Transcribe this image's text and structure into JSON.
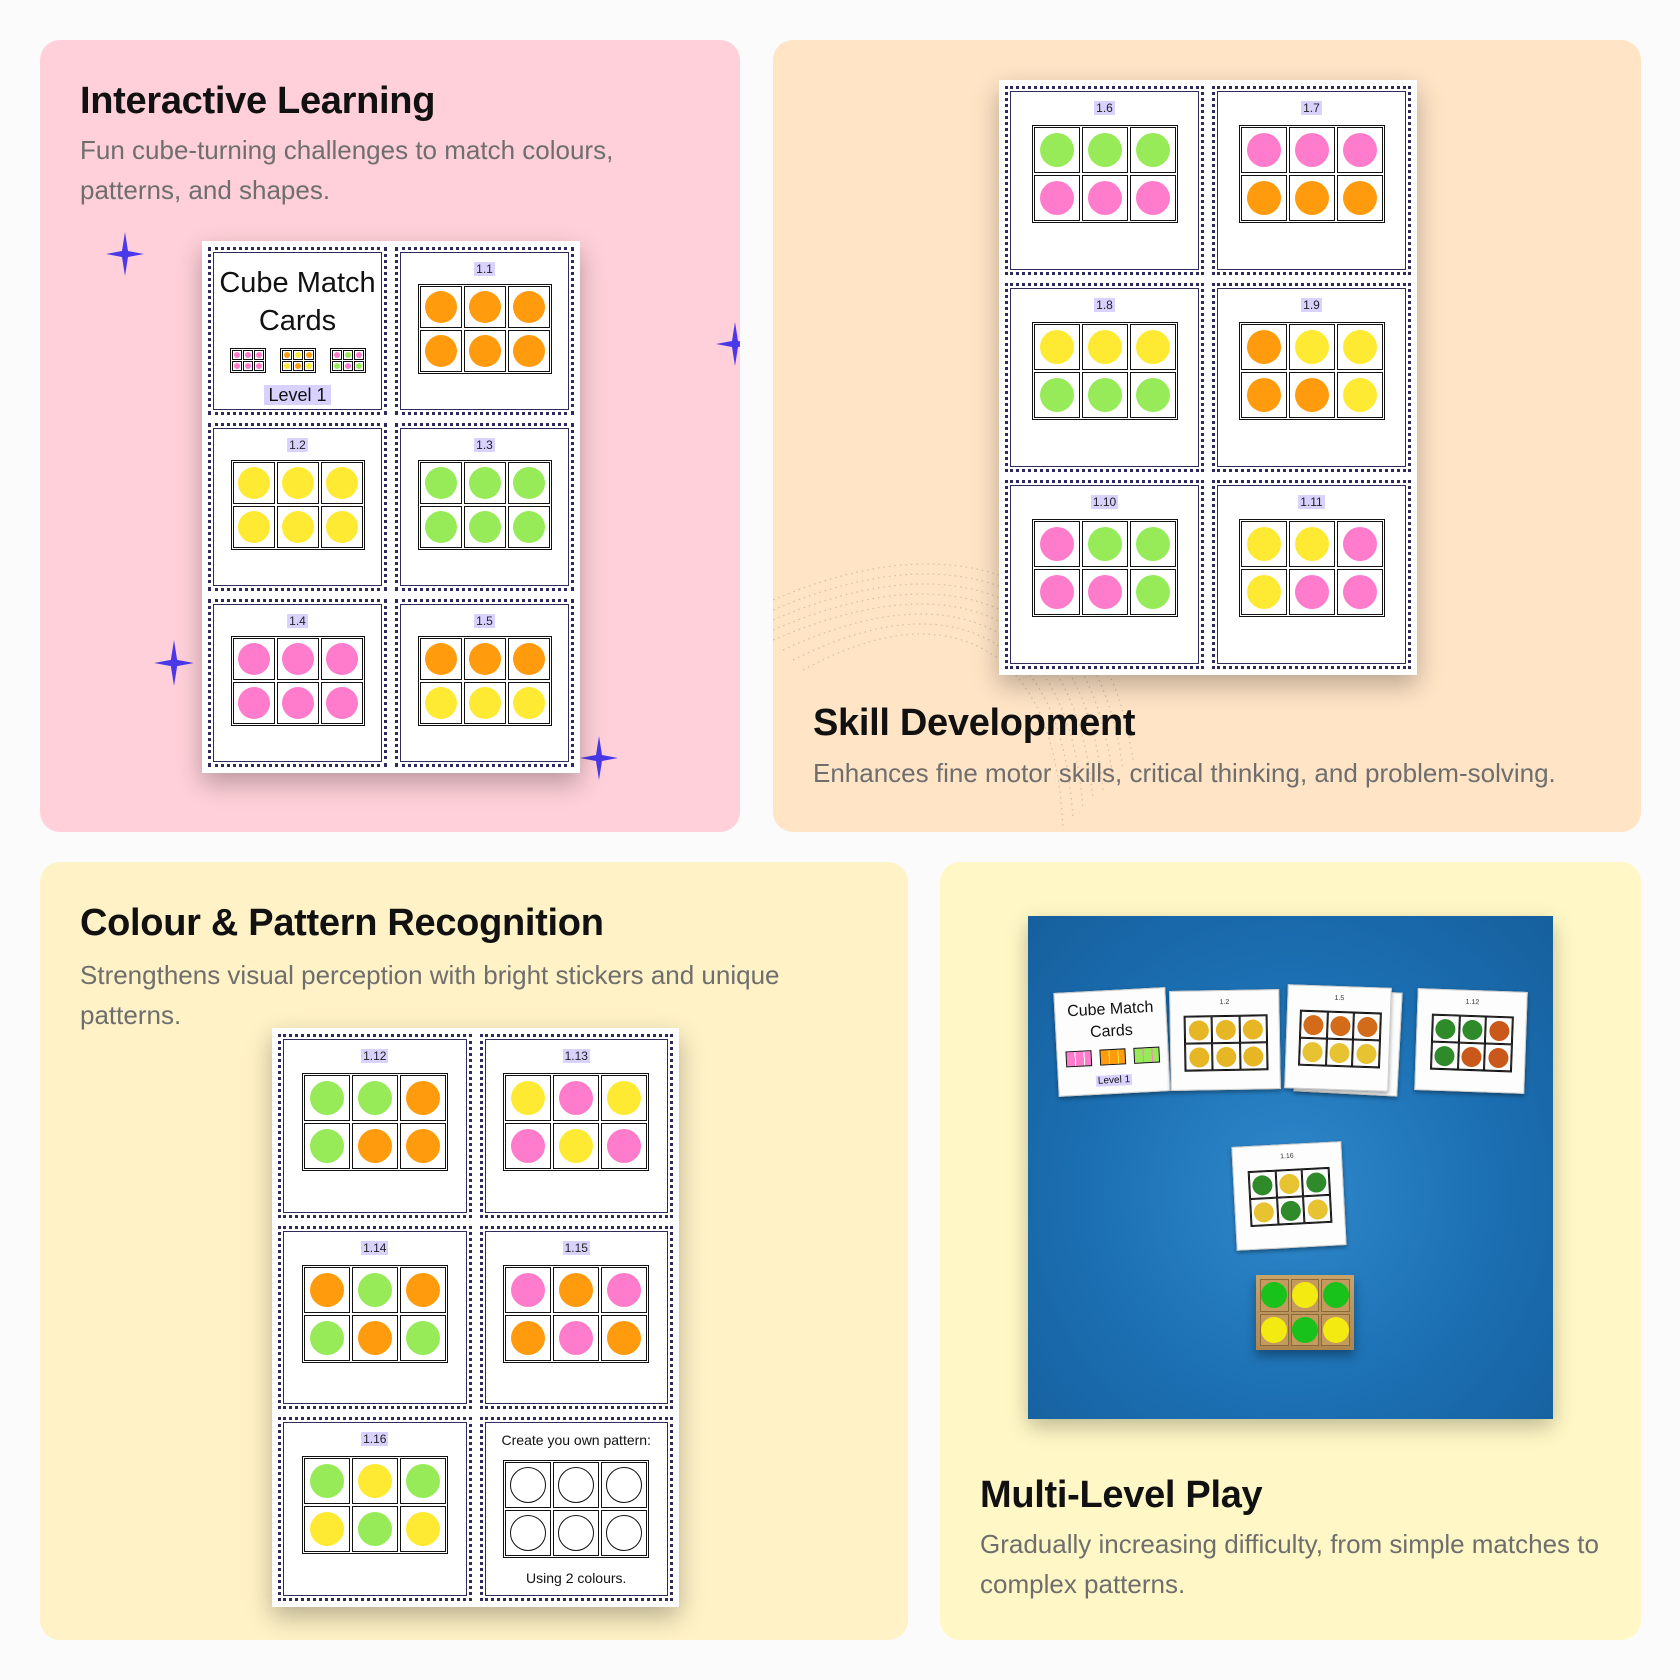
{
  "colors": {
    "green": "#97eb58",
    "pink": "#ff7bcb",
    "orange": "#ff9b0d",
    "yellow": "#ffea33",
    "sparkle": "#4a39e8"
  },
  "interactive": {
    "title": "Interactive Learning",
    "description": "Fun cube-turning challenges to match colours, patterns, and shapes.",
    "title_card": {
      "line1": "Cube Match",
      "line2": "Cards",
      "level": "Level 1"
    },
    "cards": [
      {
        "label": "1.1",
        "dots": [
          "orange",
          "orange",
          "orange",
          "orange",
          "orange",
          "orange"
        ]
      },
      {
        "label": "1.2",
        "dots": [
          "yellow",
          "yellow",
          "yellow",
          "yellow",
          "yellow",
          "yellow"
        ]
      },
      {
        "label": "1.3",
        "dots": [
          "green",
          "green",
          "green",
          "green",
          "green",
          "green"
        ]
      },
      {
        "label": "1.4",
        "dots": [
          "pink",
          "pink",
          "pink",
          "pink",
          "pink",
          "pink"
        ]
      },
      {
        "label": "1.5",
        "dots": [
          "orange",
          "orange",
          "orange",
          "yellow",
          "yellow",
          "yellow"
        ]
      }
    ]
  },
  "skill": {
    "title": "Skill Development",
    "description": "Enhances fine motor skills, critical thinking, and problem-solving.",
    "cards": [
      {
        "label": "1.6",
        "dots": [
          "green",
          "green",
          "green",
          "pink",
          "pink",
          "pink"
        ]
      },
      {
        "label": "1.7",
        "dots": [
          "pink",
          "pink",
          "pink",
          "orange",
          "orange",
          "orange"
        ]
      },
      {
        "label": "1.8",
        "dots": [
          "yellow",
          "yellow",
          "yellow",
          "green",
          "green",
          "green"
        ]
      },
      {
        "label": "1.9",
        "dots": [
          "orange",
          "yellow",
          "yellow",
          "orange",
          "orange",
          "yellow"
        ]
      },
      {
        "label": "1.10",
        "dots": [
          "pink",
          "green",
          "green",
          "pink",
          "pink",
          "green"
        ]
      },
      {
        "label": "1.11",
        "dots": [
          "yellow",
          "yellow",
          "pink",
          "yellow",
          "pink",
          "pink"
        ]
      }
    ]
  },
  "colour": {
    "title": "Colour & Pattern Recognition",
    "description": "Strengthens visual perception with bright stickers and unique patterns.",
    "cards": [
      {
        "label": "1.12",
        "dots": [
          "green",
          "green",
          "orange",
          "green",
          "orange",
          "orange"
        ]
      },
      {
        "label": "1.13",
        "dots": [
          "yellow",
          "pink",
          "yellow",
          "pink",
          "yellow",
          "pink"
        ]
      },
      {
        "label": "1.14",
        "dots": [
          "orange",
          "green",
          "orange",
          "green",
          "orange",
          "green"
        ]
      },
      {
        "label": "1.15",
        "dots": [
          "pink",
          "orange",
          "pink",
          "orange",
          "pink",
          "orange"
        ]
      },
      {
        "label": "1.16",
        "dots": [
          "green",
          "yellow",
          "green",
          "yellow",
          "green",
          "yellow"
        ]
      }
    ],
    "create": {
      "title": "Create you own pattern:",
      "footer": "Using 2 colours."
    }
  },
  "multi": {
    "title": "Multi-Level Play",
    "description": "Gradually increasing difficulty, from simple matches to complex patterns.",
    "photo": {
      "title_line1": "Cube Match",
      "title_line2": "Cards",
      "level": "Level 1",
      "card_labels": [
        "1.2",
        "1.5",
        "1.12",
        "1.16"
      ]
    }
  }
}
